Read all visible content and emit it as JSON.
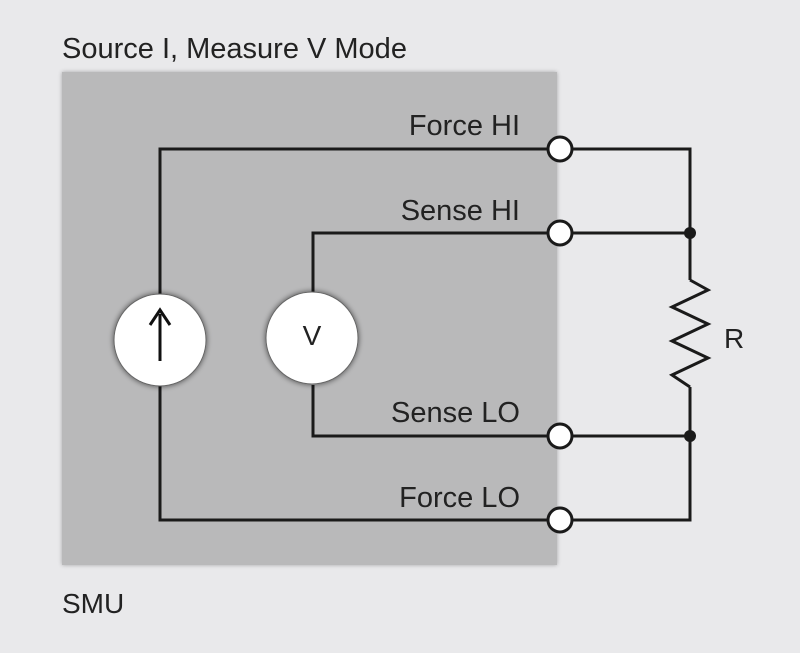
{
  "diagram": {
    "title": "Source I, Measure V Mode",
    "instrument_label": "SMU",
    "terminals": {
      "force_hi": "Force HI",
      "sense_hi": "Sense HI",
      "sense_lo": "Sense LO",
      "force_lo": "Force LO"
    },
    "voltmeter_symbol": "V",
    "resistor_label": "R",
    "current_source_icon": "arrow-up-icon"
  },
  "colors": {
    "background": "#e9e9eb",
    "smu_box": "#b9b9ba",
    "wire": "#1a1a1a",
    "terminal_fill": "#ffffff"
  }
}
